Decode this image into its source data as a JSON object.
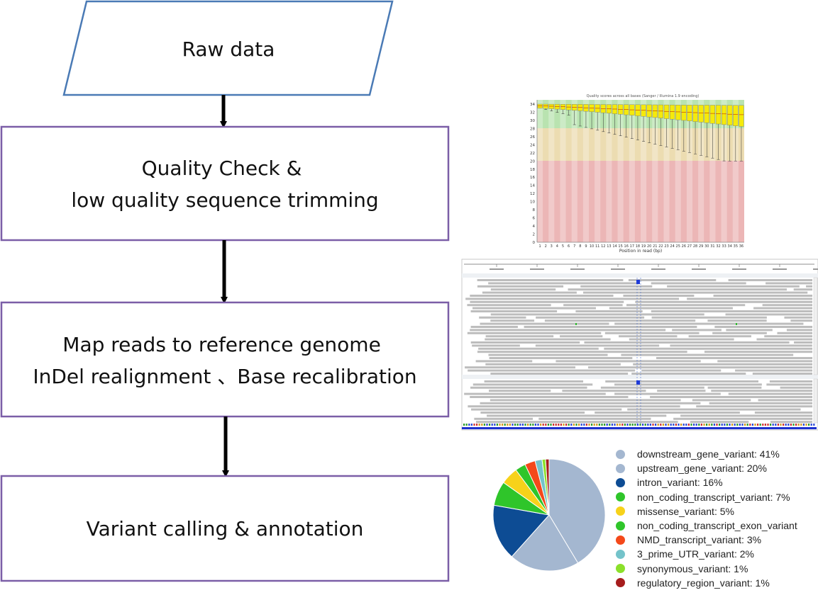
{
  "flowchart": {
    "steps": [
      {
        "id": "raw",
        "lines": [
          "Raw data"
        ]
      },
      {
        "id": "qc",
        "lines": [
          "Quality Check &",
          "low quality sequence trimming"
        ]
      },
      {
        "id": "map",
        "lines": [
          "Map reads to reference genome",
          "InDel realignment 、Base recalibration"
        ]
      },
      {
        "id": "variant",
        "lines": [
          "Variant calling & annotation"
        ]
      }
    ]
  },
  "quality_plot": {
    "title": "Quality scores across all bases (Sanger / Illumina 1.9 encoding)",
    "xlabel": "Position in read (bp)",
    "y_ticks": [
      "34",
      "32",
      "30",
      "28",
      "26",
      "24",
      "22",
      "20",
      "18",
      "16",
      "14",
      "12",
      "10",
      "8",
      "6",
      "4",
      "2",
      "0"
    ],
    "x_ticks": [
      "1",
      "2",
      "3",
      "4",
      "5",
      "6",
      "7",
      "8",
      "9",
      "10",
      "11",
      "12",
      "13",
      "14",
      "15",
      "16",
      "17",
      "18",
      "19",
      "20",
      "21",
      "22",
      "23",
      "24",
      "25",
      "26",
      "27",
      "28",
      "29",
      "30",
      "31",
      "32",
      "33",
      "34",
      "35",
      "36"
    ],
    "zone_colors": {
      "good": "#b9e3b0",
      "ok": "#ecdcb1",
      "bad": "#ecb6b6"
    }
  },
  "chart_data": {
    "type": "pie",
    "title": "",
    "slices": [
      {
        "label": "downstream_gene_variant: 41%",
        "value": 41,
        "color": "#a4b7d0"
      },
      {
        "label": "upstream_gene_variant: 20%",
        "value": 20,
        "color": "#a4b7d0"
      },
      {
        "label": "intron_variant: 16%",
        "value": 16,
        "color": "#0d4c94"
      },
      {
        "label": "non_coding_transcript_variant: 7%",
        "value": 7,
        "color": "#2fc52a"
      },
      {
        "label": "missense_variant: 5%",
        "value": 5,
        "color": "#f7d21a"
      },
      {
        "label": "non_coding_transcript_exon_variant",
        "value": 3,
        "color": "#2fc52a"
      },
      {
        "label": "NMD_transcript_variant: 3%",
        "value": 3,
        "color": "#f4491a"
      },
      {
        "label": "3_prime_UTR_variant: 2%",
        "value": 2,
        "color": "#74c3ca"
      },
      {
        "label": "synonymous_variant: 1%",
        "value": 1,
        "color": "#8be02a"
      },
      {
        "label": "regulatory_region_variant: 1%",
        "value": 1,
        "color": "#a61d1d"
      }
    ],
    "legend_position": "right"
  }
}
